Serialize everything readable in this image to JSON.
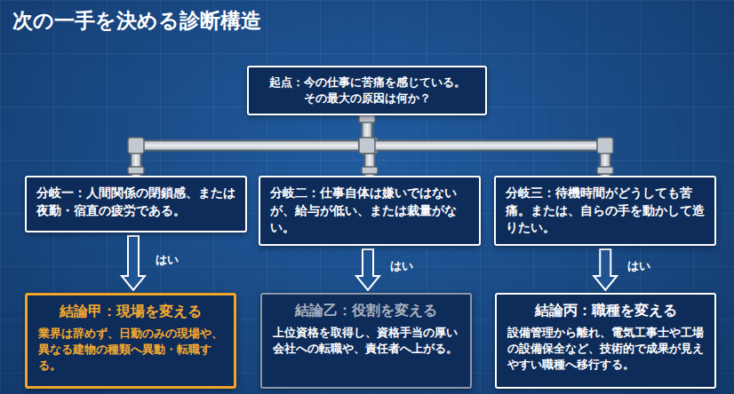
{
  "diagram": {
    "title": "次の一手を決める診断構造",
    "nodes": [
      {
        "text": [
          "起点：今の仕事に苦痛を感じている。 その最大の原因は何か？"
        ]
      },
      {
        "text": [
          "分岐一：人間関係の閉鎖感、または夜勤・宿直の疲労である。"
        ]
      },
      {
        "text": [
          "分岐二：仕事自体は嫌いではないが、給与が低い、または裁量がない。"
        ]
      },
      {
        "text": [
          "分岐三：待機時間がどうしても苦痛。または、自らの手を動かして造りたい。"
        ]
      },
      {
        "text": [
          "結論甲：現場を変える",
          "業界は辞めず、日勤のみの現場や、異なる建物の種類へ異動・転職する。"
        ]
      },
      {
        "text": [
          "結論乙：役割を変える",
          "上位資格を取得し、資格手当の厚い会社への転職や、責任者へ上がる。"
        ]
      },
      {
        "text": [
          "結論丙：職種を変える",
          "設備管理から離れ、電気工事士や工場の設備保全など、技術的で成果が見えやすい職種へ移行する。"
        ]
      }
    ],
    "edges": [
      {
        "from": 0,
        "to": 1,
        "arrow": "none"
      },
      {
        "from": 0,
        "to": 2,
        "arrow": "none"
      },
      {
        "from": 0,
        "to": 3,
        "arrow": "none"
      },
      {
        "from": 1,
        "to": 4,
        "label": "はい",
        "arrow": "to"
      },
      {
        "from": 2,
        "to": 5,
        "label": "はい",
        "arrow": "to"
      },
      {
        "from": 3,
        "to": 6,
        "label": "はい",
        "arrow": "to"
      }
    ]
  }
}
